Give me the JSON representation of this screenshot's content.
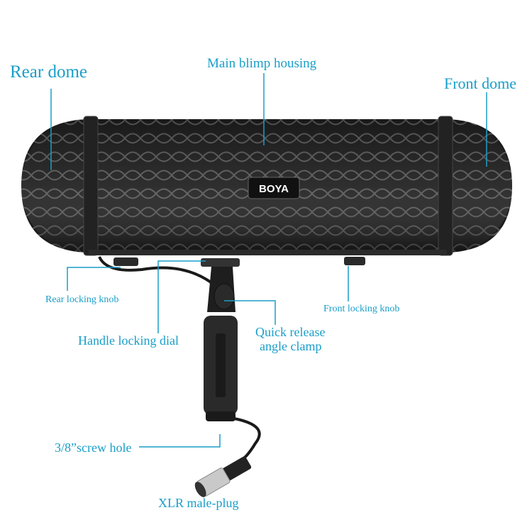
{
  "labels": {
    "rear_dome": "Rear dome",
    "main_housing": "Main blimp housing",
    "front_dome": "Front dome",
    "rear_knob": "Rear locking knob",
    "front_knob": "Front locking knob",
    "handle_dial": "Handle locking dial",
    "quick_release_1": "Quick release",
    "quick_release_2": "angle clamp",
    "screw_hole": "3/8”screw hole",
    "xlr": "XLR male-plug"
  },
  "brand": "BOYA",
  "colors": {
    "accent": "#1a9ec9",
    "product": "#2a2a2a"
  }
}
